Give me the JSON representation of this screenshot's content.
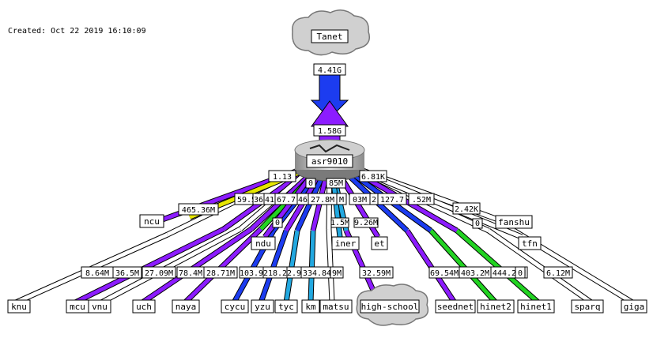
{
  "created": "Created: Oct 22 2019 16:10:09",
  "colors": {
    "purple": "#8c1cff",
    "blue": "#1c3cf0",
    "green": "#22d322",
    "yellow": "#e6e600",
    "cyan": "#22a8e0",
    "white": "#ffffff"
  },
  "core": {
    "router": "asr9010",
    "uplink_cloud": "Tanet",
    "uplink_in": "4.41G",
    "uplink_out": "1.58G"
  },
  "nodes": {
    "knu": "knu",
    "mcu": "mcu",
    "vnu": "vnu",
    "uch": "uch",
    "naya": "naya",
    "cycu": "cycu",
    "yzu": "yzu",
    "tyc": "tyc",
    "km": "km",
    "matsu": "matsu",
    "high_school": "high-school",
    "seednet": "seednet",
    "hinet2": "hinet2",
    "hinet1": "hinet1",
    "sparq": "sparq",
    "giga": "giga",
    "ncu": "ncu",
    "ndu": "ndu",
    "iner": "iner",
    "et": "et",
    "fanshu": "fanshu",
    "tfn": "tfn"
  },
  "labels": {
    "l_113": "1.13",
    "l_681k": "6.81K",
    "l_0a": "0",
    "l_85m": "85M",
    "l_46536m": "465.36M",
    "l_595": "59.5",
    "l_36": "36",
    "l_41": "41",
    "l_677": "67.7",
    "l_46": "46",
    "l_278m": "27.8M",
    "l_m": "M",
    "l_03m": "03M",
    "l_2": "2",
    "l_1277": "127.7",
    "l_52m": ".52M",
    "l_242k": "2.42K",
    "l_0b": "0",
    "l_15m": "1.5M",
    "l_926m": "9.26M",
    "l_0c": "0",
    "l_864m": "8.64M",
    "l_365m": "36.5M",
    "l_2709m": "27.09M",
    "l_784m": "78.4M",
    "l_2871m": "28.71M",
    "l_1039": "103.9",
    "l_2182": "218.2",
    "l_29": "2.9",
    "l_33484m": "334.84M",
    "l_9m": "9M",
    "l_3259m": "32.59M",
    "l_6954m": "69.54M",
    "l_4032m": "403.2M",
    "l_44425m": "444.25M",
    "l_0d": "0",
    "l_612m": "6.12M"
  }
}
